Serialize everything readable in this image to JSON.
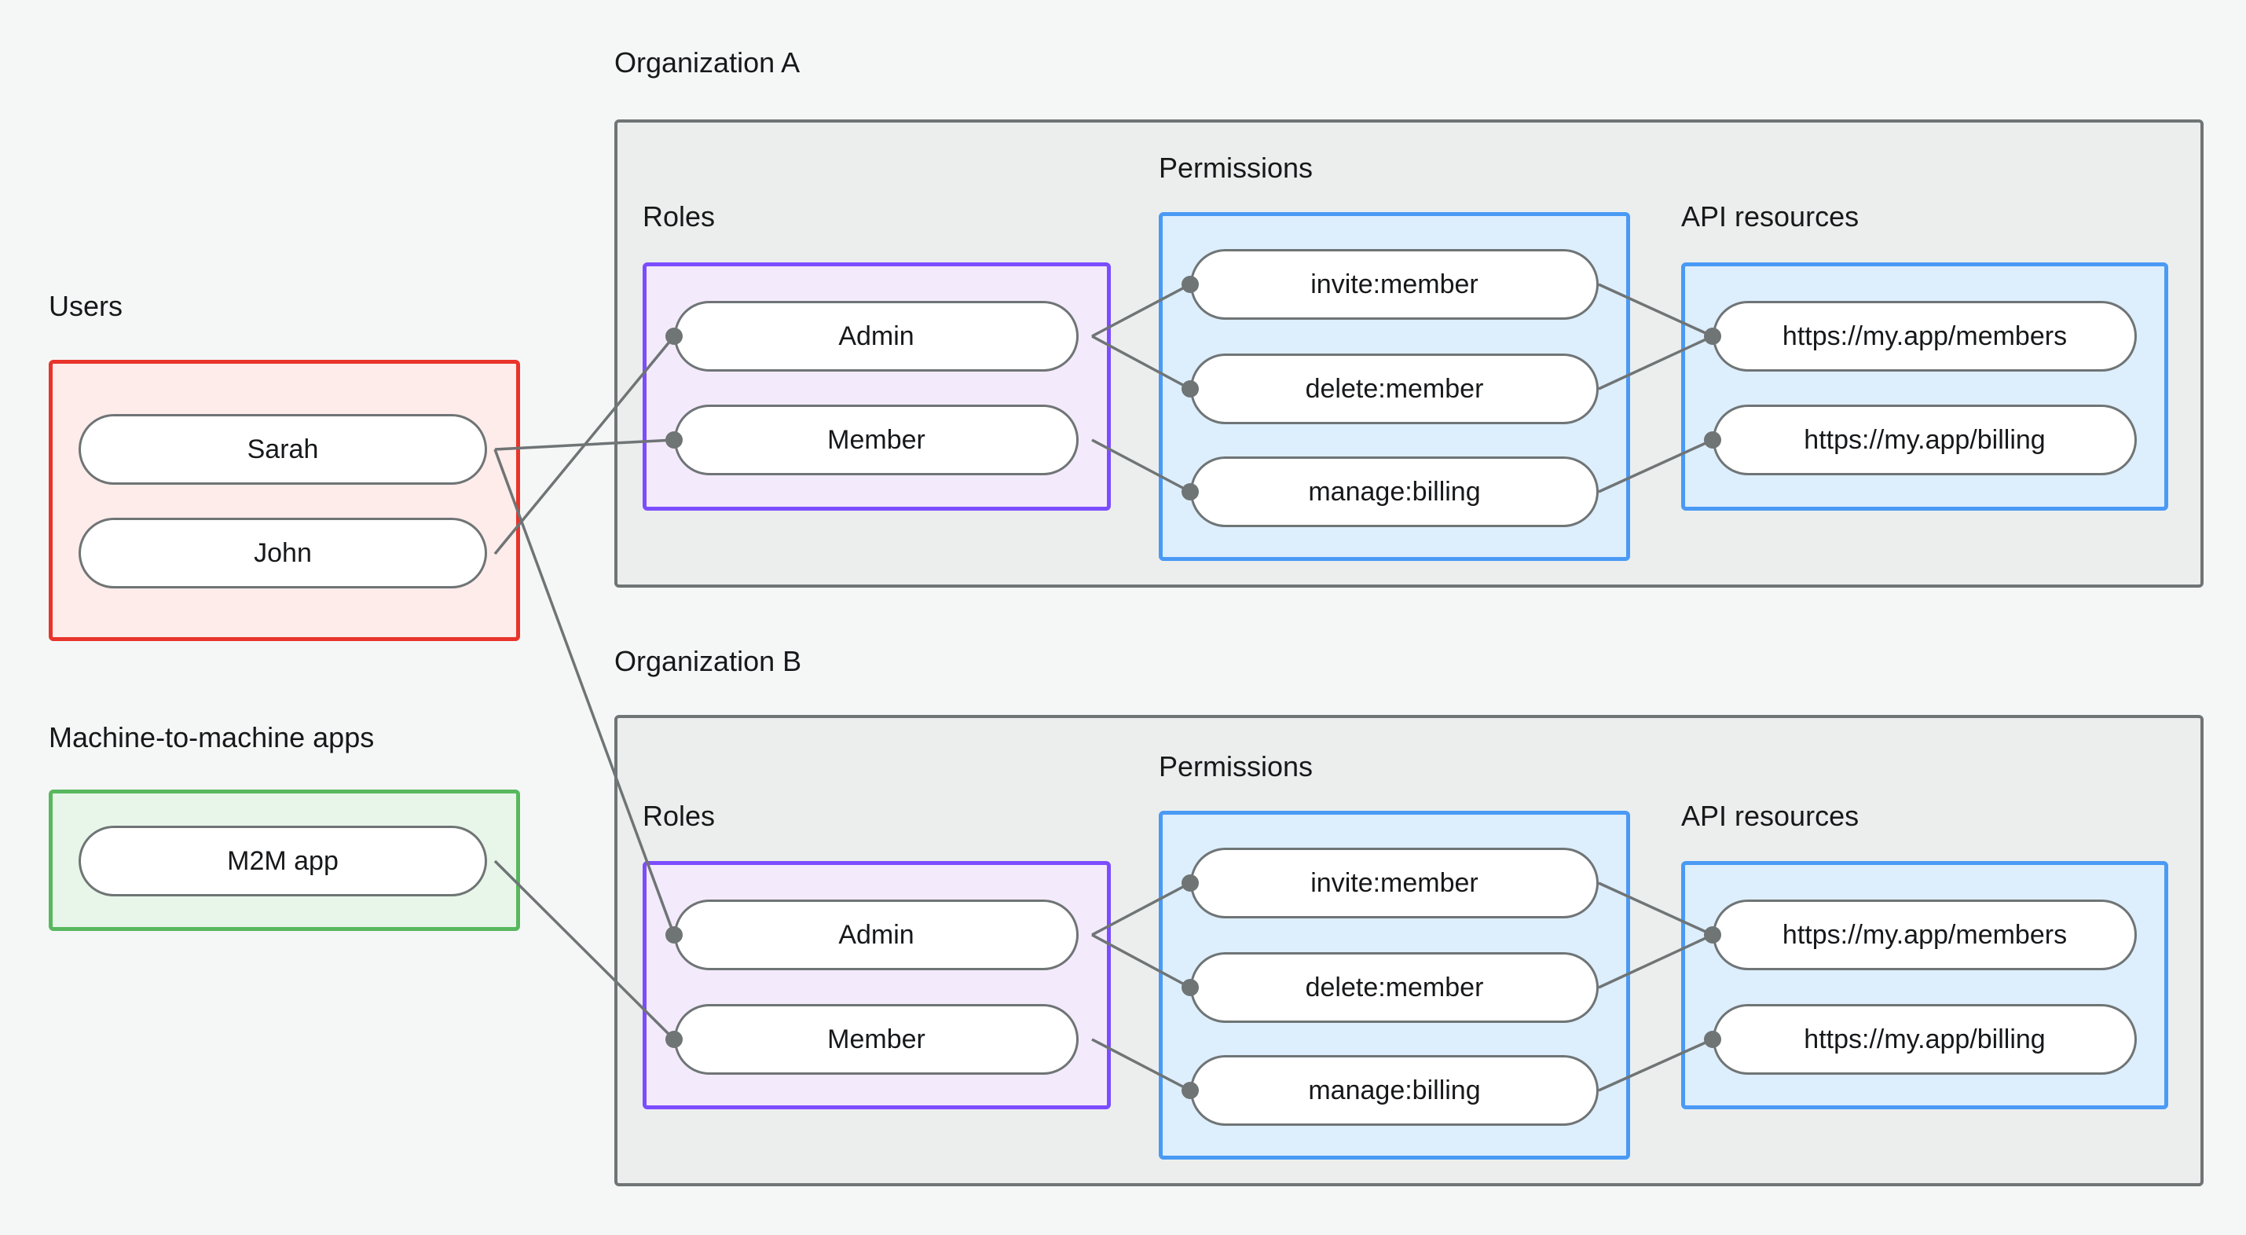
{
  "diagram": {
    "title_visible": false,
    "background_color": "#f5f7f7"
  },
  "colors": {
    "users_border": "#e8342a",
    "users_fill": "#fdecea",
    "m2m_border": "#58b85e",
    "m2m_fill": "#e8f6e9",
    "roles_border": "#7c4dff",
    "roles_fill": "#f3eafc",
    "permissions_border": "#4a9af5",
    "permissions_fill": "#ddeefd",
    "api_border": "#4a9af5",
    "api_fill": "#ddeefd",
    "org_border": "#6f7475",
    "org_fill": "#eceeed",
    "edge": "#6f7475",
    "node_fill": "#ffffff",
    "node_border": "#6f7475",
    "text": "#17181a"
  },
  "left_column": {
    "users": {
      "label": "Users",
      "items": [
        {
          "label": "Sarah"
        },
        {
          "label": "John"
        }
      ]
    },
    "m2m": {
      "label": "Machine-to-machine apps",
      "items": [
        {
          "label": "M2M app"
        }
      ]
    }
  },
  "organizations": [
    {
      "label": "Organization A",
      "roles": {
        "label": "Roles",
        "items": [
          {
            "label": "Admin"
          },
          {
            "label": "Member"
          }
        ]
      },
      "permissions": {
        "label": "Permissions",
        "items": [
          {
            "label": "invite:member"
          },
          {
            "label": "delete:member"
          },
          {
            "label": "manage:billing"
          }
        ]
      },
      "api_resources": {
        "label": "API resources",
        "items": [
          {
            "label": "https://my.app/members"
          },
          {
            "label": "https://my.app/billing"
          }
        ]
      }
    },
    {
      "label": "Organization B",
      "roles": {
        "label": "Roles",
        "items": [
          {
            "label": "Admin"
          },
          {
            "label": "Member"
          }
        ]
      },
      "permissions": {
        "label": "Permissions",
        "items": [
          {
            "label": "invite:member"
          },
          {
            "label": "delete:member"
          },
          {
            "label": "manage:billing"
          }
        ]
      },
      "api_resources": {
        "label": "API resources",
        "items": [
          {
            "label": "https://my.app/members"
          },
          {
            "label": "https://my.app/billing"
          }
        ]
      }
    }
  ],
  "connections": [
    {
      "from": "John",
      "to": "Organization A / Admin"
    },
    {
      "from": "Sarah",
      "to": "Organization A / Member"
    },
    {
      "from": "Sarah",
      "to": "Organization B / Admin"
    },
    {
      "from": "M2M app",
      "to": "Organization B / Member"
    },
    {
      "from": "Organization A / Admin",
      "to": "Organization A / invite:member"
    },
    {
      "from": "Organization A / Admin",
      "to": "Organization A / delete:member"
    },
    {
      "from": "Organization A / Member",
      "to": "Organization A / manage:billing"
    },
    {
      "from": "Organization A / invite:member",
      "to": "Organization A / https://my.app/members"
    },
    {
      "from": "Organization A / delete:member",
      "to": "Organization A / https://my.app/members"
    },
    {
      "from": "Organization A / manage:billing",
      "to": "Organization A / https://my.app/billing"
    },
    {
      "from": "Organization B / Admin",
      "to": "Organization B / invite:member"
    },
    {
      "from": "Organization B / Admin",
      "to": "Organization B / delete:member"
    },
    {
      "from": "Organization B / Member",
      "to": "Organization B / manage:billing"
    },
    {
      "from": "Organization B / invite:member",
      "to": "Organization B / https://my.app/members"
    },
    {
      "from": "Organization B / delete:member",
      "to": "Organization B / https://my.app/members"
    },
    {
      "from": "Organization B / manage:billing",
      "to": "Organization B / https://my.app/billing"
    }
  ]
}
